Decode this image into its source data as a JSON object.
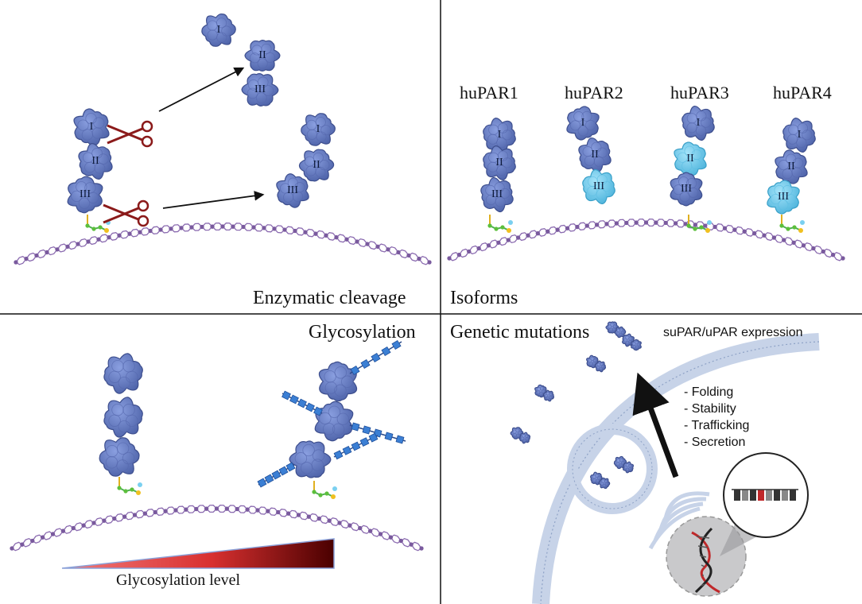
{
  "panels": {
    "top_left": {
      "title": "Enzymatic cleavage"
    },
    "top_right": {
      "title": "Isoforms",
      "isoforms": [
        "huPAR1",
        "huPAR2",
        "huPAR3",
        "huPAR4"
      ]
    },
    "bottom_left": {
      "title": "Glycosylation",
      "gradient_label": "Glycosylation level"
    },
    "bottom_right": {
      "title": "Genetic mutations",
      "expression_label": "suPAR/uPAR expression",
      "effects": [
        "- Folding",
        "- Stability",
        "- Trafficking",
        "- Secretion"
      ]
    }
  },
  "domains": {
    "d1": "I",
    "d2": "II",
    "d3": "III"
  },
  "colors": {
    "protein": "#6a7fc4",
    "protein_light": "#6cc7ea",
    "membrane": "#7a5a9e",
    "arrow": "#111111",
    "scissors": "#8b1a1a",
    "gradient_start": "#f06060",
    "gradient_end": "#5a0000",
    "glycan": "#3b7fd4"
  },
  "icons": [
    "scissors-icon",
    "dna-icon",
    "magnifier-icon",
    "arrow-icon"
  ]
}
